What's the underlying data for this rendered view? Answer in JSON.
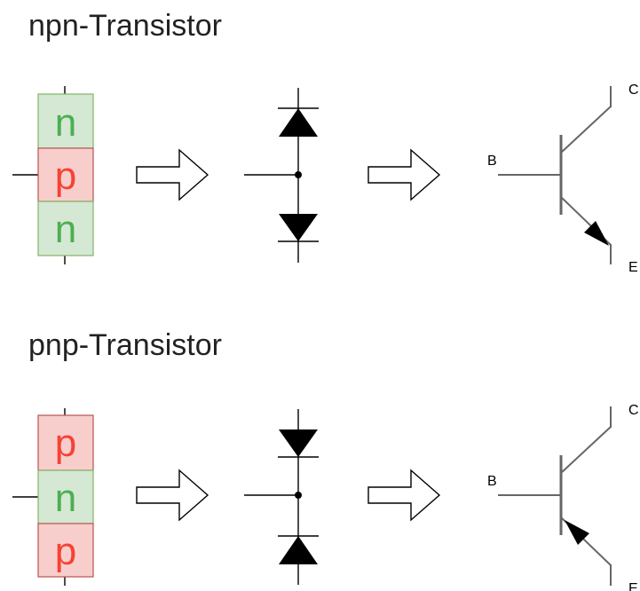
{
  "sections": [
    {
      "title": "npn-Transistor",
      "layers": [
        "n",
        "p",
        "n"
      ],
      "diodes": [
        "up",
        "down"
      ],
      "transistor": {
        "type": "npn",
        "base_label": "B",
        "collector_label": "C",
        "emitter_label": "E"
      }
    },
    {
      "title": "pnp-Transistor",
      "layers": [
        "p",
        "n",
        "p"
      ],
      "diodes": [
        "down",
        "up"
      ],
      "transistor": {
        "type": "pnp",
        "base_label": "B",
        "collector_label": "C",
        "emitter_label": "E"
      }
    }
  ],
  "colors": {
    "n_fill": "#d5e8d4",
    "n_stroke": "#82b366",
    "n_text": "#4caf50",
    "p_fill": "#f8cecc",
    "p_stroke": "#b85450",
    "p_text": "#f44336",
    "wire": "#000000",
    "transistor_wire": "#666666",
    "title_text": "#222222"
  }
}
